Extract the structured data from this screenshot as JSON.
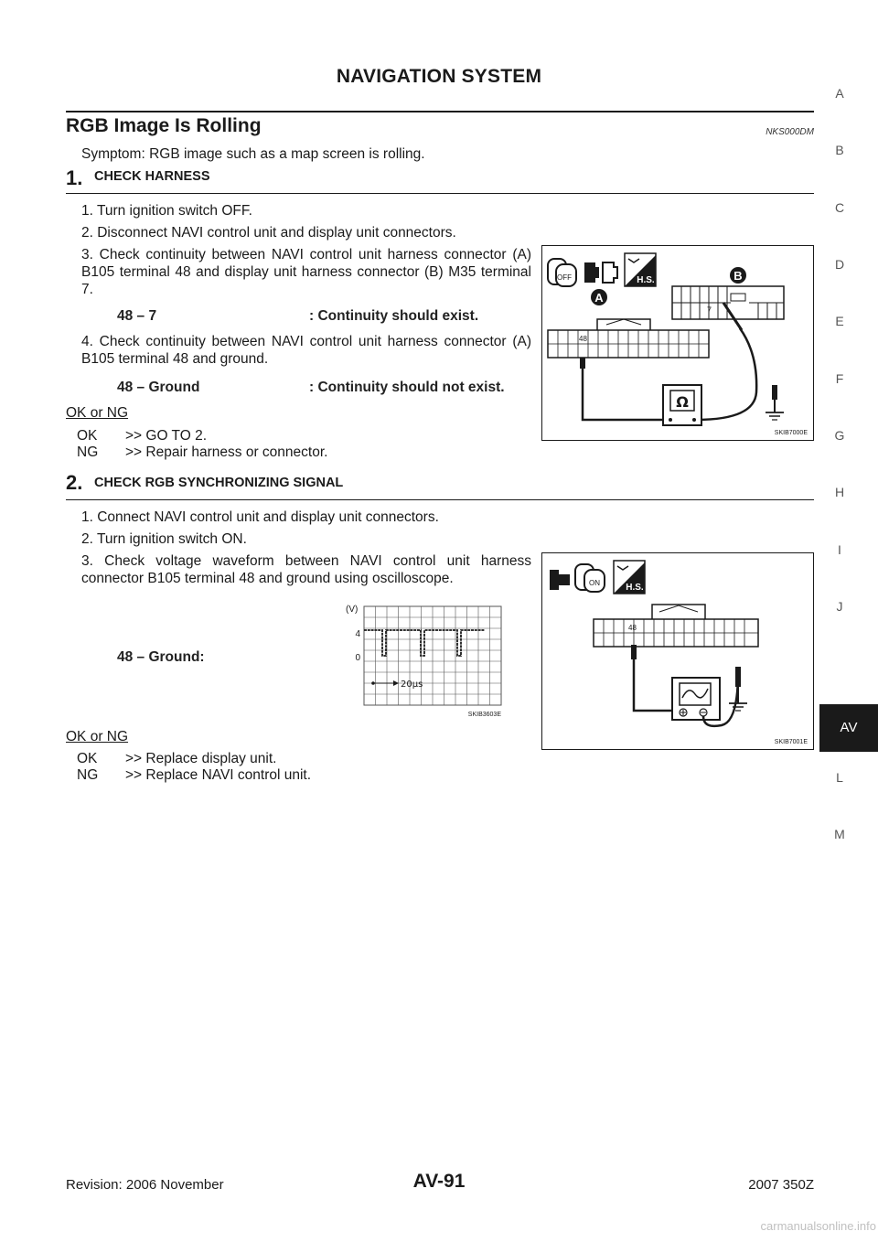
{
  "header": {
    "title": "NAVIGATION SYSTEM"
  },
  "section": {
    "title": "RGB Image Is Rolling",
    "code": "NKS000DM"
  },
  "symptom": "Symptom: RGB image such as a map screen is rolling.",
  "step1": {
    "number": "1.",
    "title": "CHECK HARNESS",
    "items": [
      "1. Turn ignition switch OFF.",
      "2. Disconnect NAVI control unit and display unit connectors.",
      "3. Check continuity between NAVI control unit harness connector (A) B105 terminal 48 and display unit harness connector (B) M35 terminal 7.",
      "4. Check continuity between NAVI control unit harness connector (A) B105 terminal 48 and ground."
    ],
    "check1": {
      "label": "48 – 7",
      "value": ": Continuity should exist."
    },
    "check2": {
      "label": "48 – Ground",
      "value": ": Continuity should not exist."
    },
    "ok_ng": "OK or NG",
    "ok": {
      "key": "OK",
      "action": ">> GO TO 2."
    },
    "ng": {
      "key": "NG",
      "action": ">> Repair harness or connector."
    }
  },
  "step2": {
    "number": "2.",
    "title": "CHECK RGB SYNCHRONIZING SIGNAL",
    "items": [
      "1. Connect NAVI control unit and display unit connectors.",
      "2. Turn ignition switch ON.",
      "3. Check voltage waveform between NAVI control unit harness connector B105 terminal 48 and ground using oscilloscope."
    ],
    "check": {
      "label": "48 – Ground:"
    },
    "ok_ng": "OK or NG",
    "ok": {
      "key": "OK",
      "action": ">> Replace display unit."
    },
    "ng": {
      "key": "NG",
      "action": ">> Replace NAVI control unit."
    }
  },
  "figure1": {
    "code": "SKIB7000E",
    "label_a": "A",
    "label_b": "B",
    "pin_48": "48",
    "pin_7": "7",
    "off": "OFF",
    "hs": "H.S.",
    "ohm": "Ω"
  },
  "waveform": {
    "code": "SKIB3603E",
    "unit": "(V)",
    "y_high": "4",
    "y_low": "0",
    "time": "20μs"
  },
  "figure2": {
    "code": "SKIB7001E",
    "pin_48": "48",
    "on": "ON",
    "hs": "H.S."
  },
  "side_index": [
    "A",
    "B",
    "C",
    "D",
    "E",
    "F",
    "G",
    "H",
    "I",
    "J",
    "AV",
    "L",
    "M"
  ],
  "footer": {
    "revision": "Revision: 2006 November",
    "page": "AV-91",
    "model": "2007 350Z"
  },
  "watermark": "carmanualsonline.info"
}
